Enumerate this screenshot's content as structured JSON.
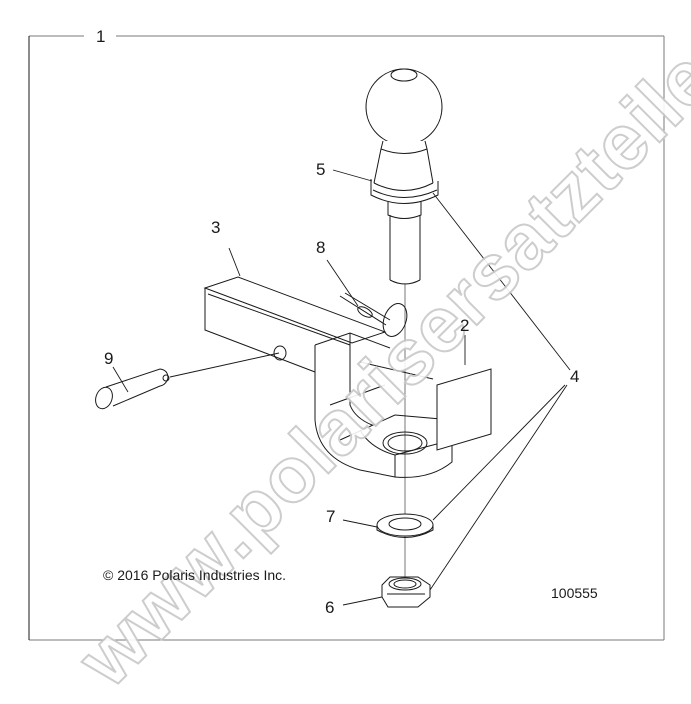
{
  "diagram": {
    "title_callout": "1",
    "drawing_number": "100555",
    "copyright": "© 2016 Polaris Industries Inc.",
    "watermark": "www.polarisersatzteile.de",
    "colors": {
      "line": "#1a1a1a",
      "frame": "#7a7a7a",
      "watermark_outline": "#c8c8c8",
      "background": "#ffffff"
    },
    "callouts": [
      {
        "id": "1",
        "part": "hitch-assembly-kit"
      },
      {
        "id": "2",
        "part": "label-decal"
      },
      {
        "id": "3",
        "part": "receiver-mount"
      },
      {
        "id": "4",
        "part": "ball-mount-hardware"
      },
      {
        "id": "5",
        "part": "hitch-ball"
      },
      {
        "id": "6",
        "part": "hex-nut"
      },
      {
        "id": "7",
        "part": "washer"
      },
      {
        "id": "8",
        "part": "hitch-pin-clip"
      },
      {
        "id": "9",
        "part": "hitch-pin"
      }
    ]
  }
}
